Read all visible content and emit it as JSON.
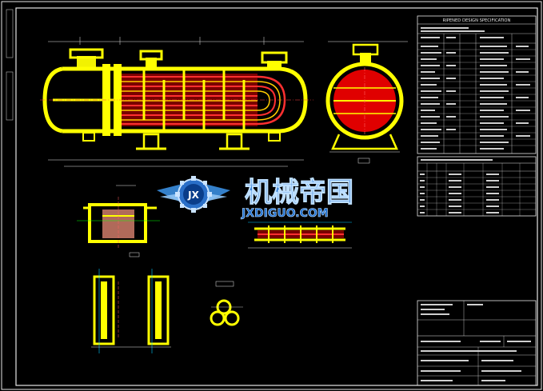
{
  "spec_title": "RIPENED DESIGN SPECIFICATION",
  "watermark": {
    "cn": "机械帝国",
    "en": "JXDIGUO.COM",
    "logo_letters": "JX"
  },
  "colors": {
    "background": "#000000",
    "frame": "#e6e6e6",
    "shell": "#ffff00",
    "tubes": "#ff0000",
    "cyan_lines": "#00c8ff",
    "green_lines": "#00ff00",
    "watermark_blue": "#1e6fd0"
  },
  "icons": [
    "gear-icon",
    "wings-icon"
  ]
}
